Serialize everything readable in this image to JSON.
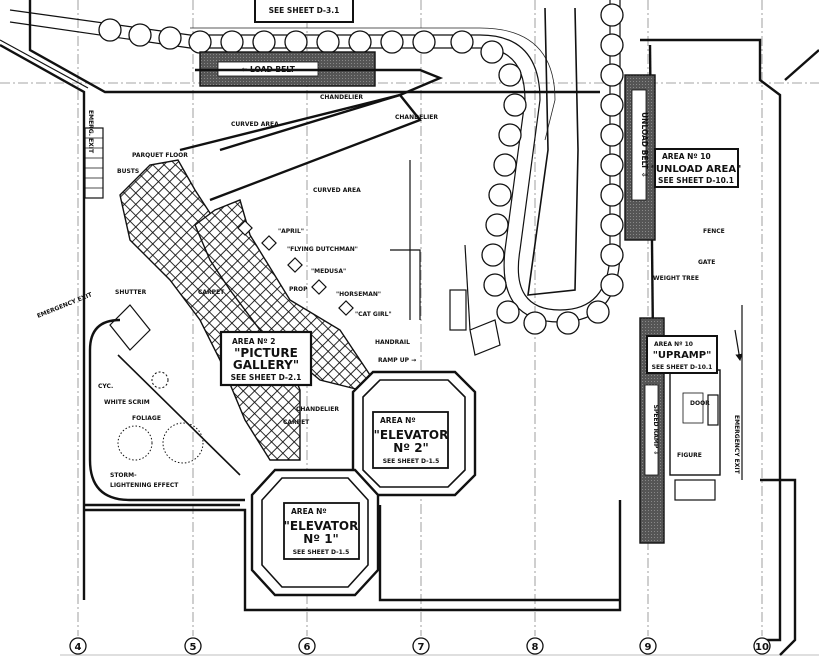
{
  "drawing": {
    "top_reference": "SEE SHEET D-3.1",
    "load_belt": "⇦ LOAD BELT",
    "unload_belt": "UNLOAD BELT ⇩",
    "speed_ramp": "SPEED RAMP ⇩",
    "emergency_exit_top": "EMERG. EXIT",
    "emergency_exit_left": "EMERGENCY EXIT",
    "emergency_exit_right": "EMERGENCY EXIT"
  },
  "area_boxes": [
    {
      "area": "AREA Nº 2",
      "name_line1": "\"PICTURE",
      "name_line2": "GALLERY\"",
      "sheet": "SEE SHEET D-2.1"
    },
    {
      "area": "AREA Nº",
      "name_line1": "\"ELEVATOR",
      "name_line2": "Nº 2\"",
      "sheet": "SEE SHEET D-1.5"
    },
    {
      "area": "AREA Nº",
      "name_line1": "\"ELEVATOR",
      "name_line2": "Nº 1\"",
      "sheet": "SEE SHEET D-1.5"
    },
    {
      "area": "AREA Nº 10",
      "name_line1": "\"UNLOAD AREA\"",
      "name_line2": "",
      "sheet": "SEE SHEET D-10.1"
    },
    {
      "area": "AREA Nº 10",
      "name_line1": "\"UPRAMP\"",
      "name_line2": "",
      "sheet": "SEE SHEET D-10.1"
    }
  ],
  "notes": {
    "chandelier": "CHANDELIER",
    "curved_area": "CURVED AREA",
    "parquet_floor": "PARQUET FLOOR",
    "busts": "BUSTS",
    "curved_area_2": "CURVED AREA",
    "april": "\"APRIL\"",
    "flying_dutchman": "\"FLYING DUTCHMAN\"",
    "medusa": "\"MEDUSA\"",
    "prop": "PROP",
    "horseman": "\"HORSEMAN\"",
    "cat_girl": "\"CAT GIRL\"",
    "shutter": "SHUTTER",
    "carpet": "CARPET",
    "handrail": "HANDRAIL",
    "ramp_up": "RAMP UP →",
    "cyc": "CYC.",
    "white_scrim": "WHITE SCRIM",
    "foliage": "FOLIAGE",
    "storm_effect_1": "STORM-",
    "storm_effect_2": "LIGHTENING EFFECT",
    "fence": "FENCE",
    "gate": "GATE",
    "weight_tree": "WEIGHT TREE",
    "door": "DOOR",
    "figure": "FIGURE"
  },
  "grid_lines": [
    "4",
    "5",
    "6",
    "7",
    "8",
    "9",
    "10"
  ]
}
